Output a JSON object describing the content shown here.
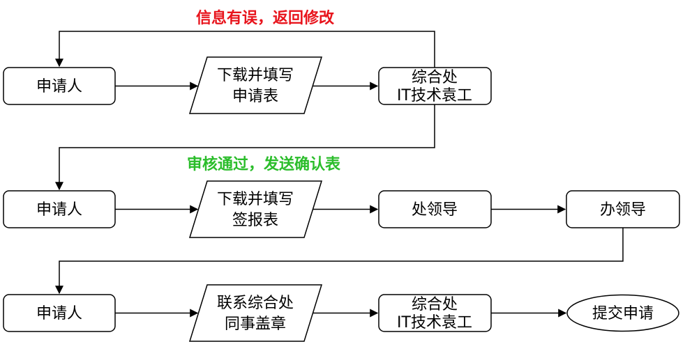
{
  "labels": {
    "return": "信息有误，返回修改",
    "approved": "审核通过，发送确认表"
  },
  "colors": {
    "return": "#e8141c",
    "approved": "#2bbd2b"
  },
  "row1": {
    "applicant": "申请人",
    "form_line1": "下载并填写",
    "form_line2": "申请表",
    "it_line1": "综合处",
    "it_line2": "IT技术袁工"
  },
  "row2": {
    "applicant": "申请人",
    "form_line1": "下载并填写",
    "form_line2": "签报表",
    "dept_leader": "处领导",
    "office_leader": "办领导"
  },
  "row3": {
    "applicant": "申请人",
    "stamp_line1": "联系综合处",
    "stamp_line2": "同事盖章",
    "it_line1": "综合处",
    "it_line2": "IT技术袁工",
    "submit": "提交申请"
  }
}
